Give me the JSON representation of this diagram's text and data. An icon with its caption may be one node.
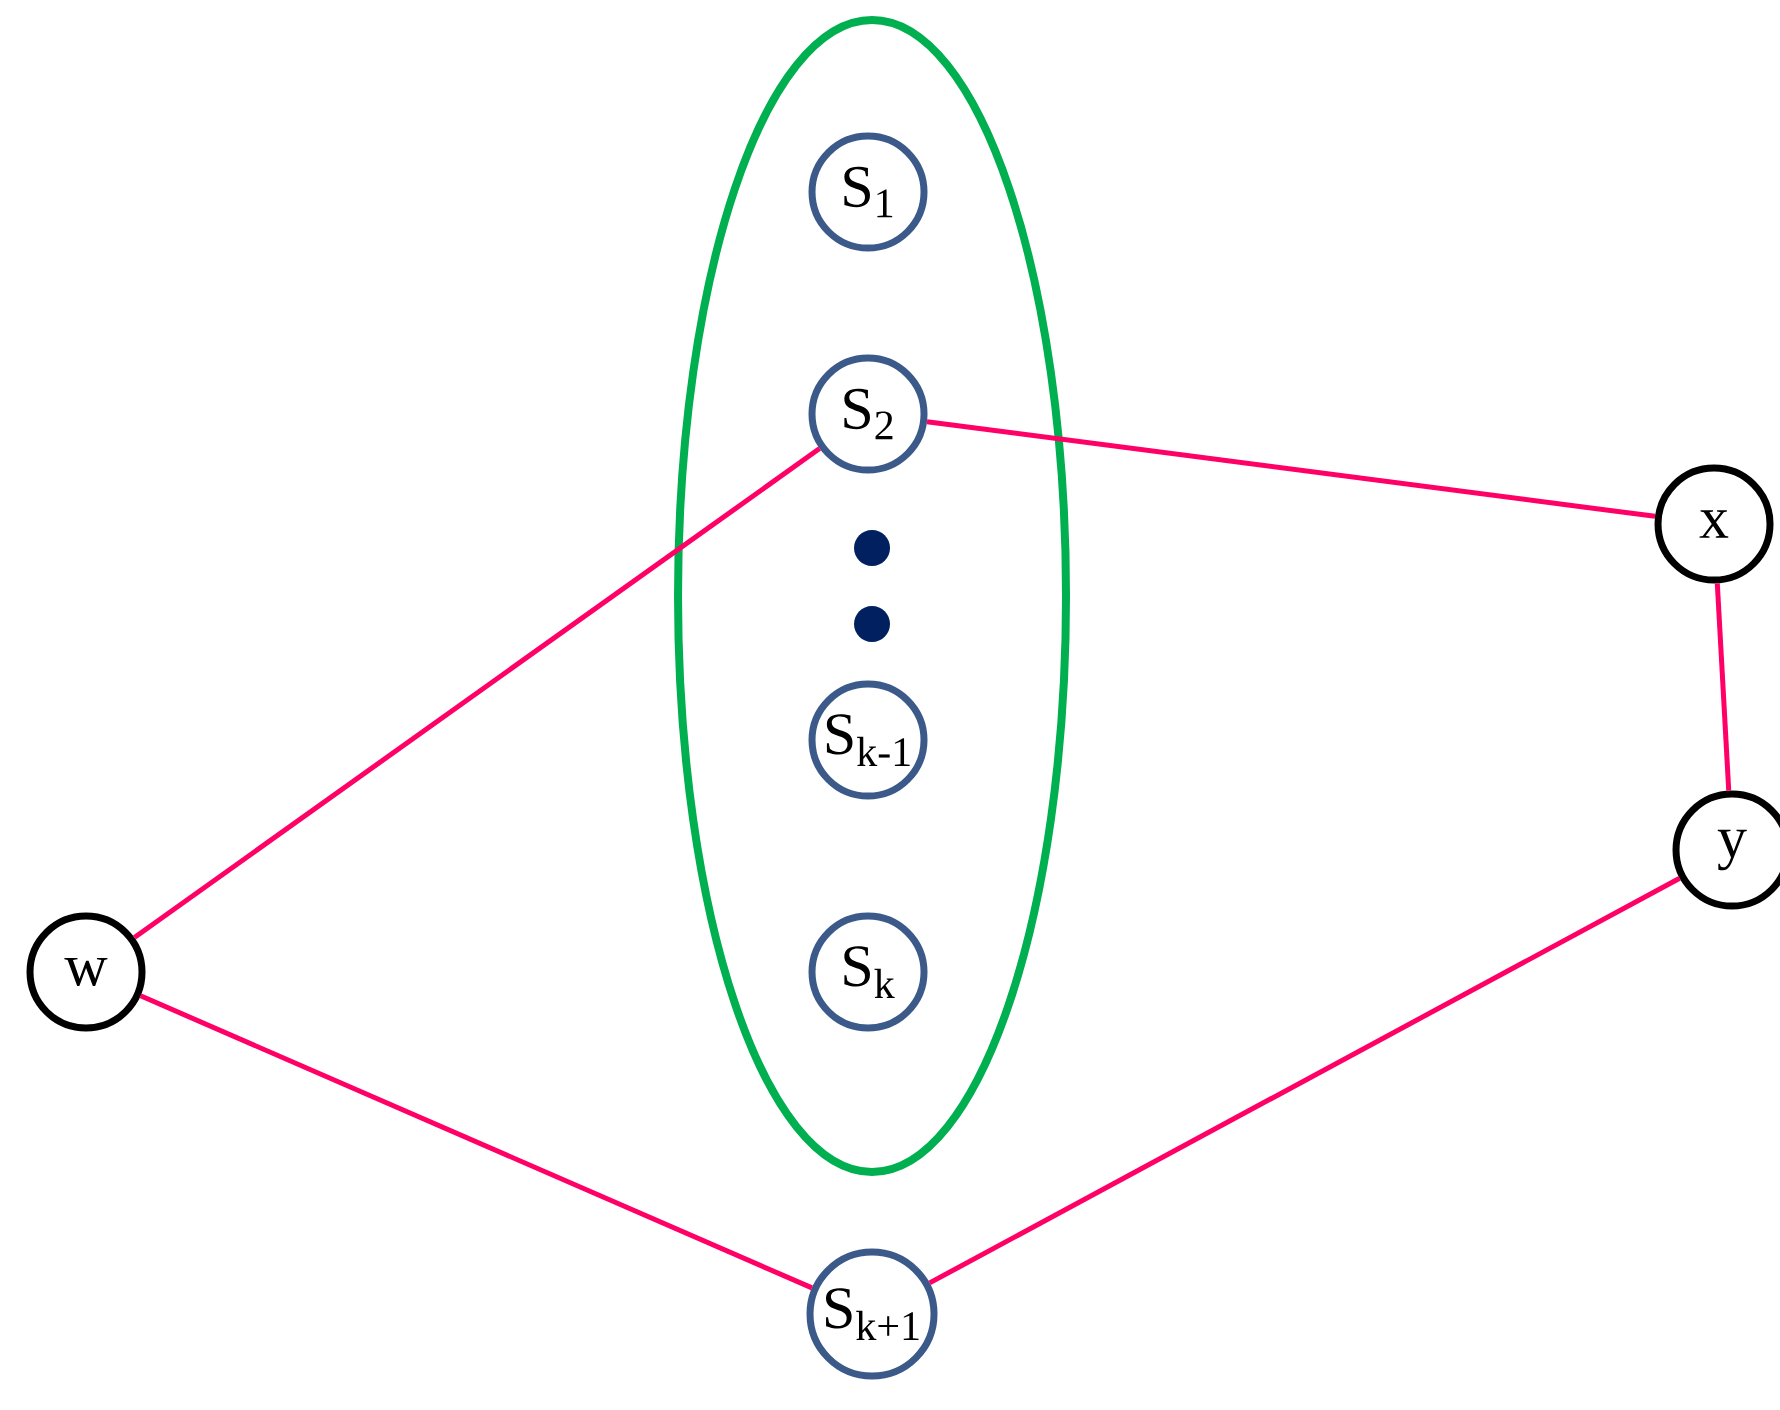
{
  "diagram": {
    "nodes": [
      {
        "text": [],
        "shape": "ellipse"
      },
      {
        "text": [
          "S$_{1}$"
        ],
        "in": 0
      },
      {
        "text": [
          "S$_{2}$"
        ],
        "in": 0
      },
      {
        "text": [
          "S$_{k-1}$"
        ],
        "in": 0
      },
      {
        "text": [
          "S$_{k}$"
        ],
        "in": 0
      },
      {
        "text": [
          "w"
        ]
      },
      {
        "text": [
          "x"
        ]
      },
      {
        "text": [
          "y"
        ]
      },
      {
        "text": [
          "S$_{k+1}$"
        ]
      }
    ],
    "edges": [
      {
        "from": 5,
        "to": 2,
        "arrow": "none"
      },
      {
        "from": 2,
        "to": 6,
        "arrow": "none"
      },
      {
        "from": 6,
        "to": 7,
        "arrow": "none"
      },
      {
        "from": 7,
        "to": 8,
        "arrow": "none"
      },
      {
        "from": 5,
        "to": 8,
        "arrow": "none"
      }
    ]
  }
}
